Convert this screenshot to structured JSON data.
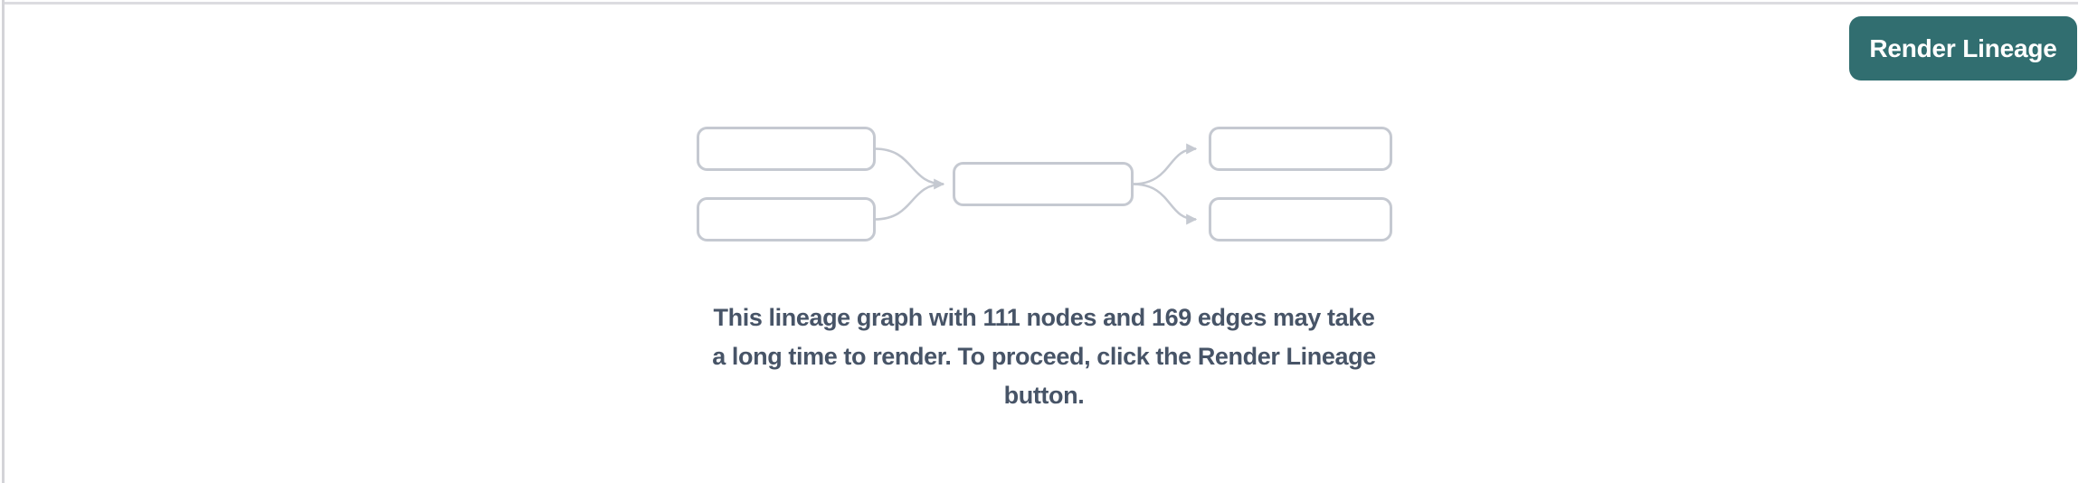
{
  "panel": {
    "background": "#ffffff",
    "top_border_color": "#dcdce0",
    "left_divider_color": "#d4d4d8"
  },
  "toolbar": {
    "render_lineage_label": "Render Lineage",
    "button_color": "#316e70",
    "button_text_color": "#ffffff"
  },
  "empty_state": {
    "illustration": {
      "name": "lineage-graph-placeholder",
      "node_boxes": 5,
      "edge_arrows": 4,
      "stroke_color": "#c5c9d1"
    },
    "node_count": "111",
    "edge_count": "169",
    "message_full": "This lineage graph with 111 nodes and 169 edges may take a long time to render. To proceed, click the Render Lineage button.",
    "message_lines": [
      "This lineage graph with 111 nodes and 169 edges may take",
      "a long time to render. To proceed, click the Render Lineage",
      "button."
    ],
    "text_color": "#475467"
  }
}
